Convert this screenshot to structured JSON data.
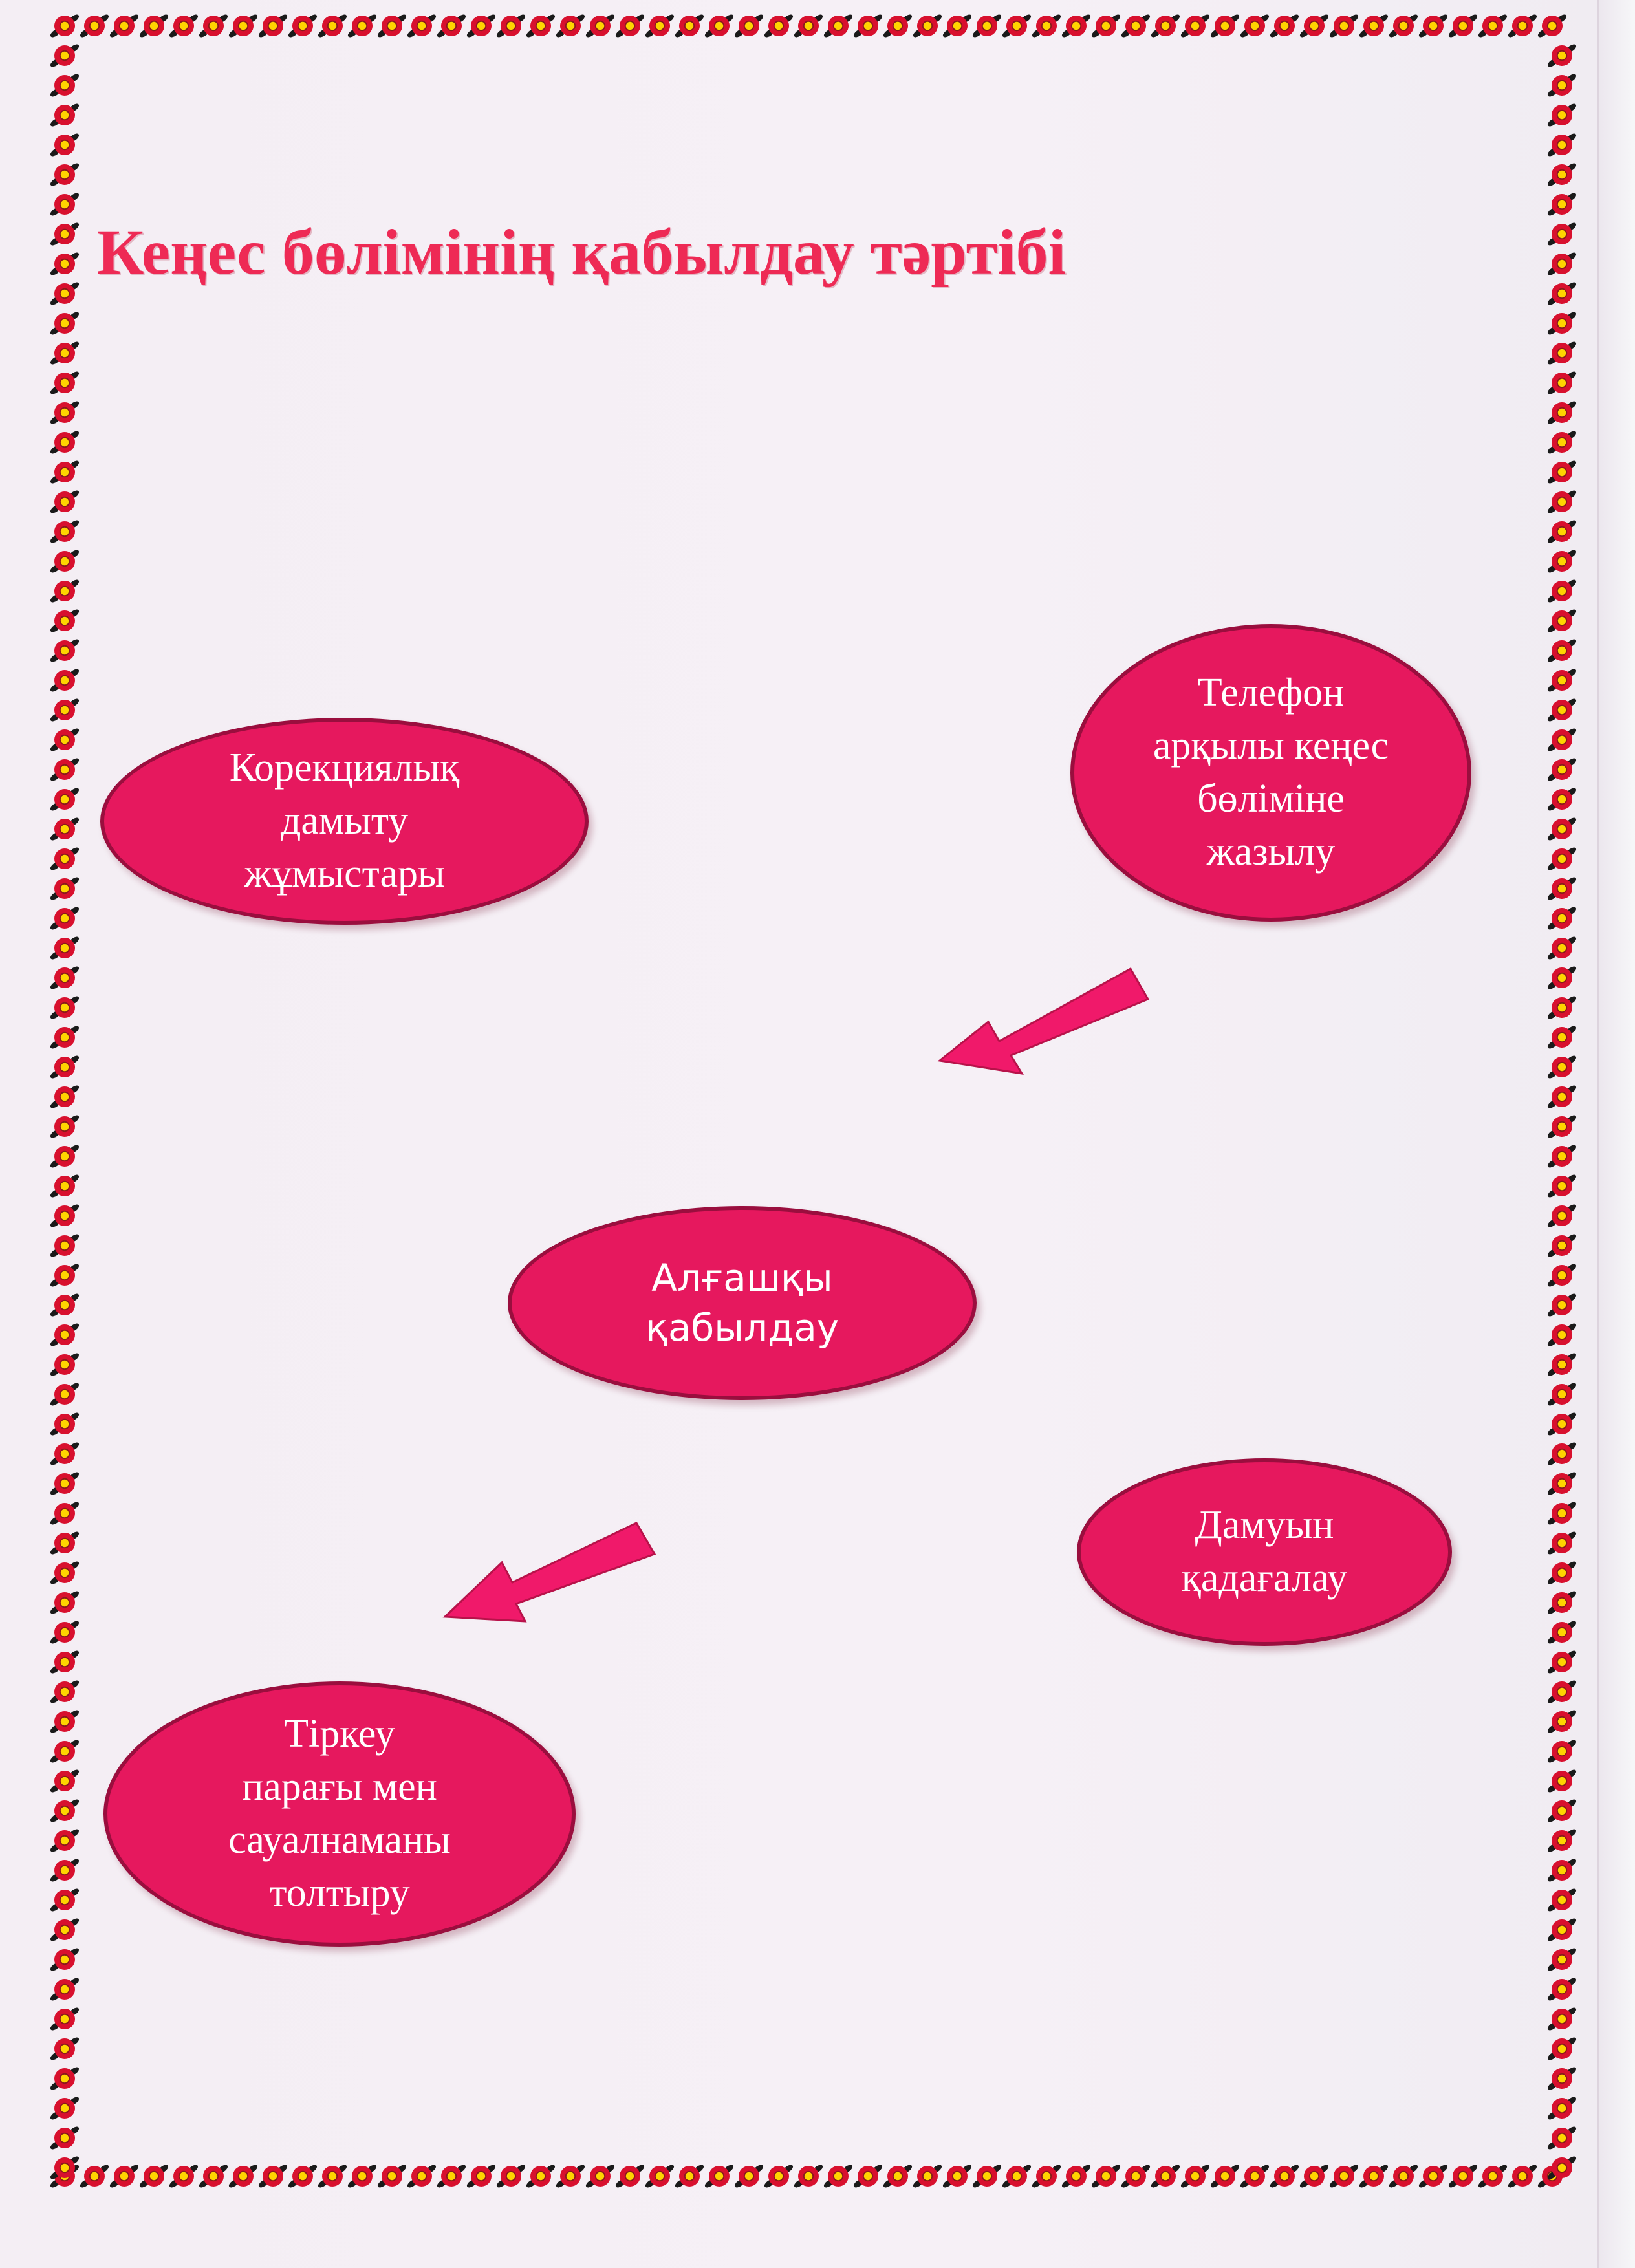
{
  "title": "Кеңес бөлімінің қабылдау тәртібі",
  "colors": {
    "title": "#ee2a55",
    "node_fill": "#e6185e",
    "node_border": "#9a0e3e",
    "node_text": "#ffffff",
    "arrow_fill": "#f0196a",
    "border_flower": "#d8102e",
    "border_center": "#ffd400"
  },
  "nodes": {
    "telephone": "Телефон\nарқылы кеңес\nбөліміне\nжазылу",
    "correction": "Корекциялық\nдамыту\nжұмыстары",
    "initial": "Алғашқы\nқабылдау",
    "monitoring": "Дамуын\nқадағалау",
    "registration": "Тіркеу\nпарағы мен\nсауалнаманы\nтолтыру"
  },
  "icons": {
    "arrow_1": "arrow-down-left-icon",
    "arrow_2": "arrow-down-left-icon",
    "border": "flower-ornament-icon"
  }
}
